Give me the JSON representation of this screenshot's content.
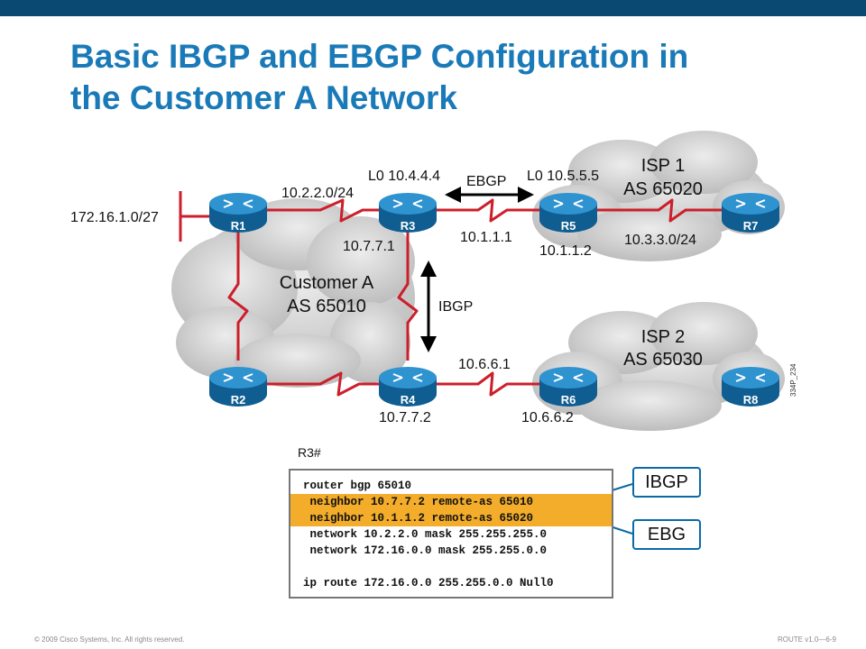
{
  "slide": {
    "title_line1": "Basic IBGP and EBGP Configuration in",
    "title_line2": "the Customer A Network",
    "footer_left": "© 2009 Cisco Systems, Inc. All rights reserved.",
    "footer_right": "ROUTE v1.0—6-9"
  },
  "diagram": {
    "routers": [
      "R1",
      "R2",
      "R3",
      "R4",
      "R5",
      "R6",
      "R7",
      "R8"
    ],
    "clouds": {
      "customer": {
        "line1": "Customer A",
        "line2": "AS 65010"
      },
      "isp1": {
        "line1": "ISP 1",
        "line2": "AS 65020"
      },
      "isp2": {
        "line1": "ISP 2",
        "line2": "AS 65030"
      }
    },
    "labels": {
      "lan": "172.16.1.0/27",
      "r1_r3": "10.2.2.0/24",
      "r3_loop": "L0 10.4.4.4",
      "r5_loop": "L0 10.5.5.5",
      "ebgp": "EBGP",
      "r3_r4_top": "10.7.7.1",
      "r3_r5_left": "10.1.1.1",
      "r3_r5_right": "10.1.1.2",
      "r5_r7": "10.3.3.0/24",
      "ibgp": "IBGP",
      "r4_r6_top": "10.6.6.1",
      "r4_bottom": "10.7.7.2",
      "r6_bottom": "10.6.6.2",
      "figure_id": "334P_234"
    },
    "colors": {
      "link": "#cc1f2b",
      "router": "#1a7fbf",
      "cloud": "#d4d4d4"
    }
  },
  "config": {
    "prompt": "R3#",
    "lines": [
      "router bgp 65010",
      " neighbor 10.7.7.2 remote-as 65010",
      " neighbor 10.1.1.2 remote-as 65020",
      " network 10.2.2.0 mask 255.255.255.0",
      " network 172.16.0.0 mask 255.255.0.0",
      "",
      "ip route 172.16.0.0 255.255.0.0 Null0"
    ],
    "highlight_color": "#f3ad2a",
    "callouts": {
      "ibgp": "IBGP",
      "ebgp": "EBG"
    }
  }
}
